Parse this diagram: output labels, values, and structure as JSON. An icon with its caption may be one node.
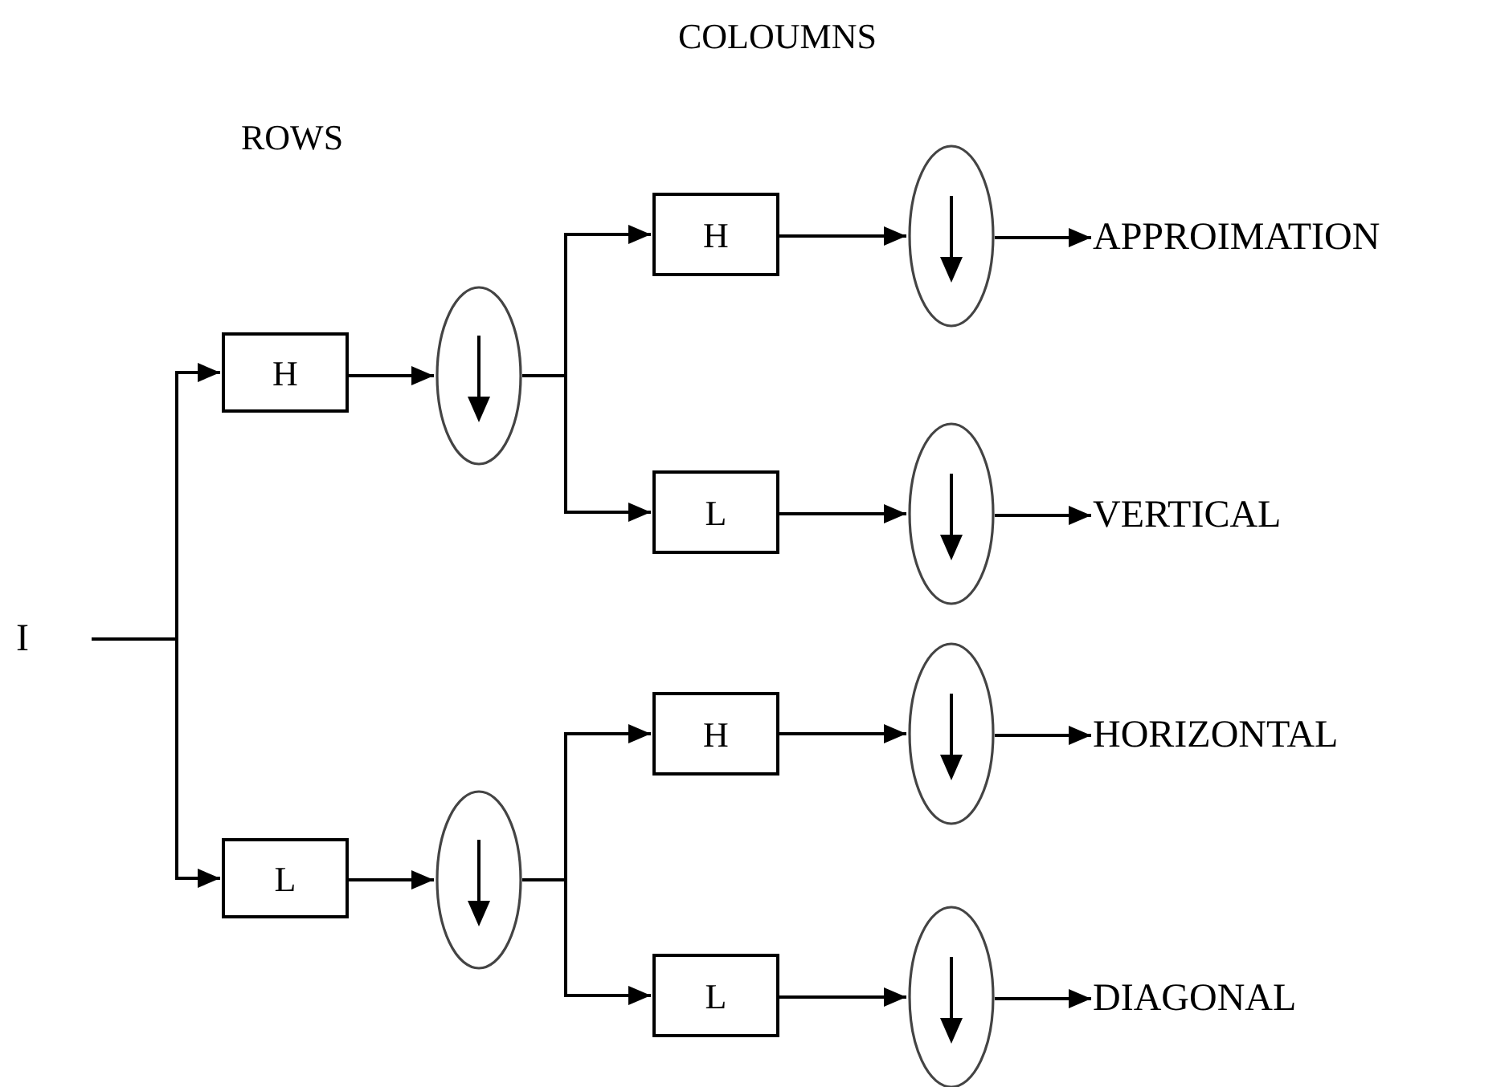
{
  "diagram": {
    "nodes": [
      {
        "text": [
          "I"
        ]
      },
      {
        "text": [
          "H"
        ]
      },
      {
        "text": [
          "L"
        ]
      },
      {
        "text": [],
        "shape": "ellipse"
      },
      {
        "text": [],
        "shape": "ellipse"
      },
      {
        "text": [
          "H"
        ]
      },
      {
        "text": [
          "L"
        ]
      },
      {
        "text": [
          "H"
        ]
      },
      {
        "text": [
          "L"
        ]
      },
      {
        "text": [],
        "shape": "ellipse"
      },
      {
        "text": [],
        "shape": "ellipse"
      },
      {
        "text": [],
        "shape": "ellipse"
      },
      {
        "text": [],
        "shape": "ellipse"
      },
      {
        "text": [
          "APPROIMATION"
        ]
      },
      {
        "text": [
          "VERTICAL"
        ]
      },
      {
        "text": [
          "HORIZONTAL"
        ]
      },
      {
        "text": [
          "DIAGONAL"
        ]
      }
    ],
    "edges": [
      {
        "from": 0,
        "to": 1,
        "arrow": "to"
      },
      {
        "from": 0,
        "to": 2,
        "arrow": "to"
      },
      {
        "from": 1,
        "to": 3,
        "arrow": "to"
      },
      {
        "from": 2,
        "to": 4,
        "arrow": "to"
      },
      {
        "from": 3,
        "to": 5,
        "arrow": "to"
      },
      {
        "from": 3,
        "to": 6,
        "arrow": "to"
      },
      {
        "from": 4,
        "to": 7,
        "arrow": "to"
      },
      {
        "from": 4,
        "to": 8,
        "arrow": "to"
      },
      {
        "from": 5,
        "to": 9,
        "arrow": "to"
      },
      {
        "from": 6,
        "to": 10,
        "arrow": "to"
      },
      {
        "from": 7,
        "to": 11,
        "arrow": "to"
      },
      {
        "from": 8,
        "to": 12,
        "arrow": "to"
      },
      {
        "from": 9,
        "to": 13,
        "arrow": "to"
      },
      {
        "from": 10,
        "to": 14,
        "arrow": "to"
      },
      {
        "from": 11,
        "to": 15,
        "arrow": "to"
      },
      {
        "from": 12,
        "to": 16,
        "arrow": "to"
      }
    ],
    "labels": [
      "ROWS",
      "COLOUMNS"
    ]
  }
}
